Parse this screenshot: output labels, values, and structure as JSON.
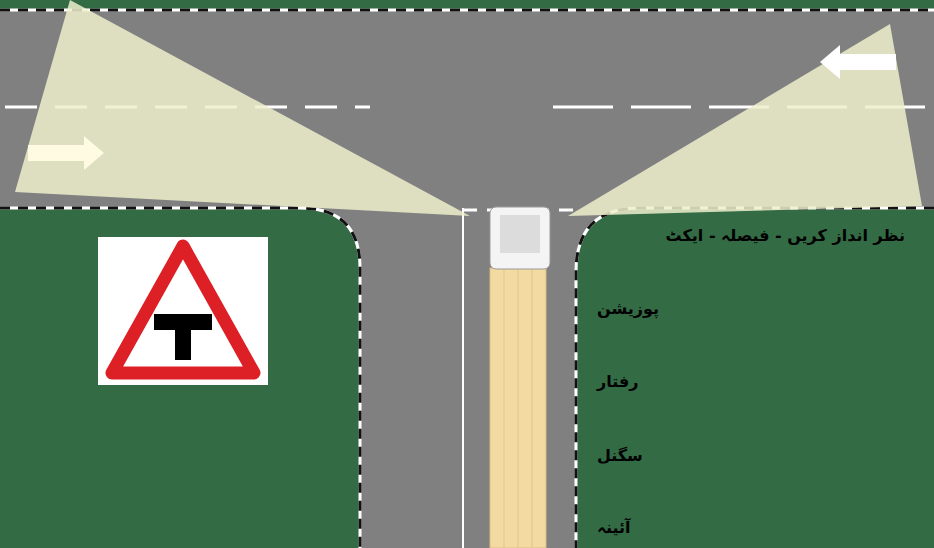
{
  "diagram": {
    "labels": [
      "نظر انداز کریں - فیصلہ - ایکٹ",
      "پوزیشن",
      "رفتار",
      "سگنل",
      "آئینہ"
    ]
  }
}
